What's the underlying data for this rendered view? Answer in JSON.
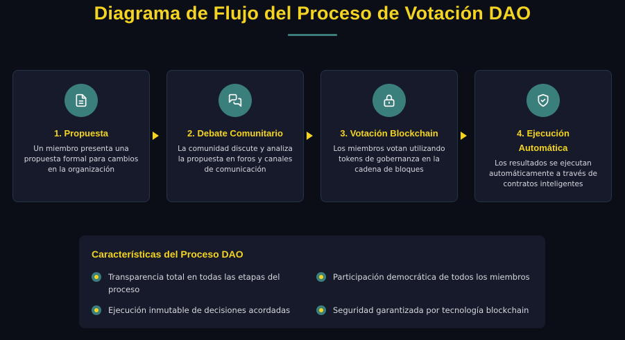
{
  "title": "Diagrama de Flujo del Proceso de Votación DAO",
  "colors": {
    "background": "#0b0d17",
    "card": "#161a2b",
    "card_border": "#263446",
    "accent_yellow": "#f4d423",
    "accent_teal": "#3b7f7c",
    "text": "#d6d8de"
  },
  "steps": [
    {
      "icon": "document-icon",
      "title": "1. Propuesta",
      "description": "Un miembro presenta una propuesta formal para cambios en la organización"
    },
    {
      "icon": "chat-bubbles-icon",
      "title": "2. Debate Comunitario",
      "description": "La comunidad discute y analiza la propuesta en foros y canales de comunicación"
    },
    {
      "icon": "lock-icon",
      "title": "3. Votación Blockchain",
      "description": "Los miembros votan utilizando tokens de gobernanza en la cadena de bloques"
    },
    {
      "icon": "shield-check-icon",
      "title": "4. Ejecución Automática",
      "description": "Los resultados se ejecutan automáticamente a través de contratos inteligentes"
    }
  ],
  "features": {
    "title": "Características del Proceso DAO",
    "items": [
      "Transparencia total en todas las etapas del proceso",
      "Participación democrática de todos los miembros",
      "Ejecución inmutable de decisiones acordadas",
      "Seguridad garantizada por tecnología blockchain"
    ]
  }
}
